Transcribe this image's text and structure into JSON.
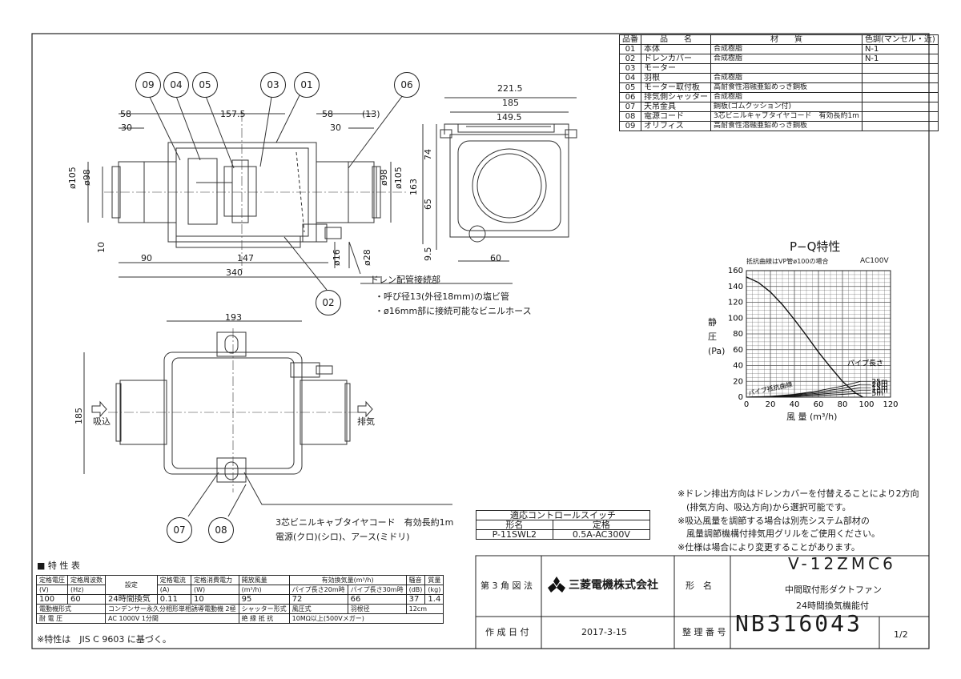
{
  "parts_table": {
    "headers": [
      "品番",
      "品　　名",
      "材　　質",
      "色調(マンセル・近)"
    ],
    "rows": [
      [
        "01",
        "本体",
        "合成樹脂",
        "N-1"
      ],
      [
        "02",
        "ドレンカバー",
        "合成樹脂",
        "N-1"
      ],
      [
        "03",
        "モーター",
        "",
        ""
      ],
      [
        "04",
        "羽根",
        "合成樹脂",
        ""
      ],
      [
        "05",
        "モーター取付板",
        "高耐食性溶融亜鉛めっき鋼板",
        ""
      ],
      [
        "06",
        "排気側シャッター",
        "合成樹脂",
        ""
      ],
      [
        "07",
        "天吊金具",
        "鋼板(ゴムクッション付)",
        ""
      ],
      [
        "08",
        "電源コード",
        "3芯ビニルキャブタイヤコード　有効長約1m",
        ""
      ],
      [
        "09",
        "オリフィス",
        "高耐食性溶融亜鉛めっき鋼板",
        ""
      ]
    ]
  },
  "front_view": {
    "callouts": [
      "09",
      "04",
      "05",
      "03",
      "01",
      "06",
      "02"
    ],
    "dims": [
      "58",
      "30",
      "157.5",
      "58",
      "(13)",
      "30",
      "ø105",
      "ø98",
      "ø98",
      "ø105",
      "10",
      "90",
      "147",
      "340",
      "ø16",
      "ø28"
    ]
  },
  "side_view": {
    "dims": [
      "221.5",
      "185",
      "149.5",
      "74",
      "163",
      "65",
      "9.5",
      "60"
    ]
  },
  "drain_note": {
    "title": "ドレン配管接続部",
    "lines": [
      "・呼び径13(外径18mm)の塩ビ管",
      "・ø16mm部に接続可能なビニルホース"
    ]
  },
  "bottom_view": {
    "dims": [
      "193",
      "185"
    ],
    "inlet": "吸込",
    "outlet": "排気",
    "callouts": [
      "07",
      "08"
    ],
    "cord_label": "3芯ビニルキャブタイヤコード　有効長約1m",
    "cord_colors": "電源(クロ)(シロ)、アース(ミドリ)"
  },
  "chart_data": {
    "type": "line",
    "title": "P−Q特性",
    "subtitle": "抵抗曲線はVP管ø100の場合",
    "voltage": "AC100V",
    "ylabel": "静 圧 (Pa)",
    "xlabel": "風 量 (m³/h)",
    "xlim": [
      0,
      120
    ],
    "ylim": [
      0,
      160
    ],
    "xticks": [
      0,
      20,
      40,
      60,
      80,
      100,
      120
    ],
    "yticks": [
      0,
      20,
      40,
      60,
      80,
      100,
      120,
      140,
      160
    ],
    "grid": true,
    "pipe_label": "パイプ長さ",
    "resistance_label": "パイプ抵抗曲線",
    "series": [
      {
        "name": "",
        "x": [
          0,
          10,
          20,
          30,
          40,
          50,
          60,
          70,
          80,
          90,
          97
        ],
        "y": [
          152,
          145,
          133,
          117,
          98,
          78,
          57,
          38,
          20,
          6,
          0
        ]
      },
      {
        "name": "25m",
        "x": [
          0,
          20,
          40,
          60,
          80,
          95
        ],
        "y": [
          0,
          1,
          3.5,
          8,
          14,
          20
        ]
      },
      {
        "name": "20m",
        "x": [
          0,
          20,
          40,
          60,
          80,
          95
        ],
        "y": [
          0,
          0.8,
          3,
          6.5,
          11,
          16
        ]
      },
      {
        "name": "15m",
        "x": [
          0,
          20,
          40,
          60,
          80,
          95
        ],
        "y": [
          0,
          0.6,
          2.3,
          5,
          8.5,
          12
        ]
      },
      {
        "name": "10m",
        "x": [
          0,
          20,
          40,
          60,
          80,
          95
        ],
        "y": [
          0,
          0.4,
          1.6,
          3.5,
          6,
          8.5
        ]
      },
      {
        "name": "5m",
        "x": [
          0,
          20,
          40,
          60,
          80,
          95
        ],
        "y": [
          0,
          0.2,
          0.9,
          2,
          3.5,
          5
        ]
      }
    ]
  },
  "control_switch": {
    "title": "適応コントロールスイッチ",
    "headers": [
      "形名",
      "定格"
    ],
    "row": [
      "P-11SWL2",
      "0.5A-AC300V"
    ]
  },
  "notes": [
    "※ドレン排出方向はドレンカバーを付替えることにより2方向",
    "　(排気方向、吸込方向)から選択可能です。",
    "※吸込風量を調節する場合は別売システム部材の",
    "　風量調節機構付排気用グリルをご使用ください。",
    "※仕様は場合により変更することがあります。"
  ],
  "spec": {
    "title": "■ 特 性 表",
    "h1": [
      "定格電圧",
      "定格周波数",
      "設定",
      "定格電流",
      "定格消費電力",
      "開放風量",
      "有効換気量(m³/h)",
      "騒音",
      "質量"
    ],
    "h2": [
      "(V)",
      "(Hz)",
      "(A)",
      "(W)",
      "(m³/h)",
      "パイプ長さ20m時",
      "パイプ長さ30m時",
      "(dB)",
      "(kg)"
    ],
    "row": [
      "100",
      "60",
      "24時間換気",
      "0.11",
      "10",
      "95",
      "72",
      "66",
      "37",
      "1.4"
    ],
    "motor_label": "電動機形式",
    "motor": "コンデンサー永久分相形単相誘導電動機 2極",
    "shutter_label": "シャッター形式",
    "shutter": "風圧式",
    "blade_label": "羽根径",
    "blade": "12cm",
    "voltage_label": "耐 電 圧",
    "voltage": "AC 1000V 1分間",
    "insulation_label": "絶 縁 抵 抗",
    "insulation": "10MΩ以上(500Vメガー)",
    "footnote": "※特性は　JIS C 9603 に基づく。"
  },
  "title_block": {
    "projection": "第 3 角 図 法",
    "company": "三菱電機株式会社",
    "model_label": "形　名",
    "model": "V-12ZMC6",
    "desc1": "中間取付形ダクトファン",
    "desc2": "24時間換気機能付",
    "date_label": "作 成 日 付",
    "date": "2017-3-15",
    "number_label": "整 理 番 号",
    "number": "NB316043",
    "page": "1/2"
  }
}
